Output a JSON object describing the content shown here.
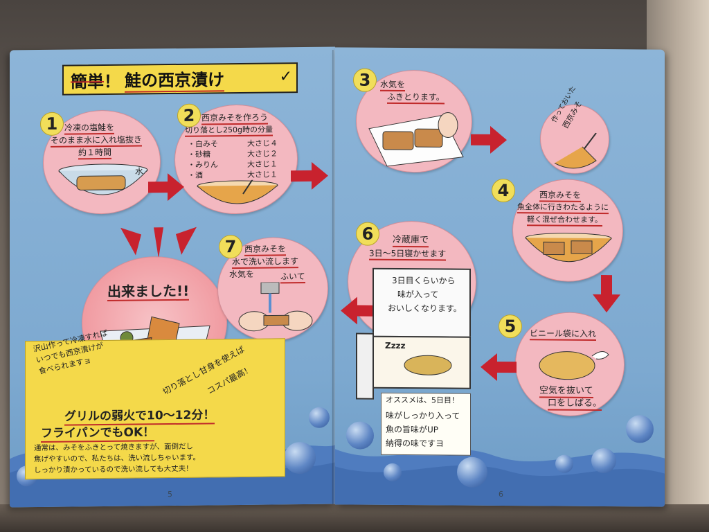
{
  "title": "簡単！鮭の西京漬け",
  "title_parts": {
    "prefix": "簡単",
    "exclam": "！",
    "main": "鮭の西京漬け"
  },
  "steps": [
    {
      "num": "1",
      "lines": [
        "冷凍の塩鮭を",
        "そのまま水に入れ塩抜き",
        "約１時間"
      ],
      "label": "水"
    },
    {
      "num": "2",
      "lines": [
        "西京みそを作ろう",
        "切り落とし250g時の分量"
      ],
      "ingredients": [
        {
          "name": "・白みそ",
          "amount": "大さじ４"
        },
        {
          "name": "・砂糖",
          "amount": "大さじ２"
        },
        {
          "name": "・みりん",
          "amount": "大さじ１"
        },
        {
          "name": "・酒",
          "amount": "大さじ１"
        }
      ]
    },
    {
      "num": "3",
      "lines": [
        "水気を",
        "ふきとります。"
      ]
    },
    {
      "num": "4",
      "lines": [
        "西京みそを",
        "魚全体に行きわたるように",
        "軽く混ぜ合わせます。"
      ]
    },
    {
      "num": "5",
      "lines": [
        "ビニール袋に入れ"
      ],
      "bottom": [
        "空気を抜いて",
        "口をしばる。"
      ]
    },
    {
      "num": "6",
      "lines": [
        "冷蔵庫で",
        "3日〜5日寝かせます"
      ]
    },
    {
      "num": "7",
      "lines": [
        "西京みそを",
        "水で洗い流します",
        "水気を",
        "ふいて"
      ]
    }
  ],
  "miso_aside": [
    "作っておいた",
    "西京みそ"
  ],
  "done": "出来ました!!",
  "fridge_note": [
    "3日目くらいから",
    "味が入って",
    "おいしくなります。"
  ],
  "fridge_zzz": "Zzzz",
  "recommend": [
    "オススメは、5日目！",
    "味がしっかり入って",
    "魚の旨味がUP",
    "納得の味ですヨ"
  ],
  "yellow_note": {
    "lines_top": [
      "沢山作って冷凍すれば",
      "いつでも西京漬けが",
      "食べられますョ"
    ],
    "aside": [
      "切り落とし甘身を使えば",
      "コスパ最高！"
    ],
    "grill": "グリルの弱火で10〜12分！",
    "pan": "フライパンでもOK！",
    "bottom": [
      "通常は、みそをふきとって焼きますが、面倒だし",
      "焦げやすいので、私たちは、洗い流しちゃいます。",
      "しっかり漬かっているので洗い流しても大丈夫！"
    ]
  },
  "page_numbers": {
    "left": "5",
    "right": "6"
  },
  "colors": {
    "page": "#7da9d0",
    "circle": "#f3b8c0",
    "number": "#f1de5a",
    "arrow": "#c8222e",
    "note": "#f4d94a"
  }
}
